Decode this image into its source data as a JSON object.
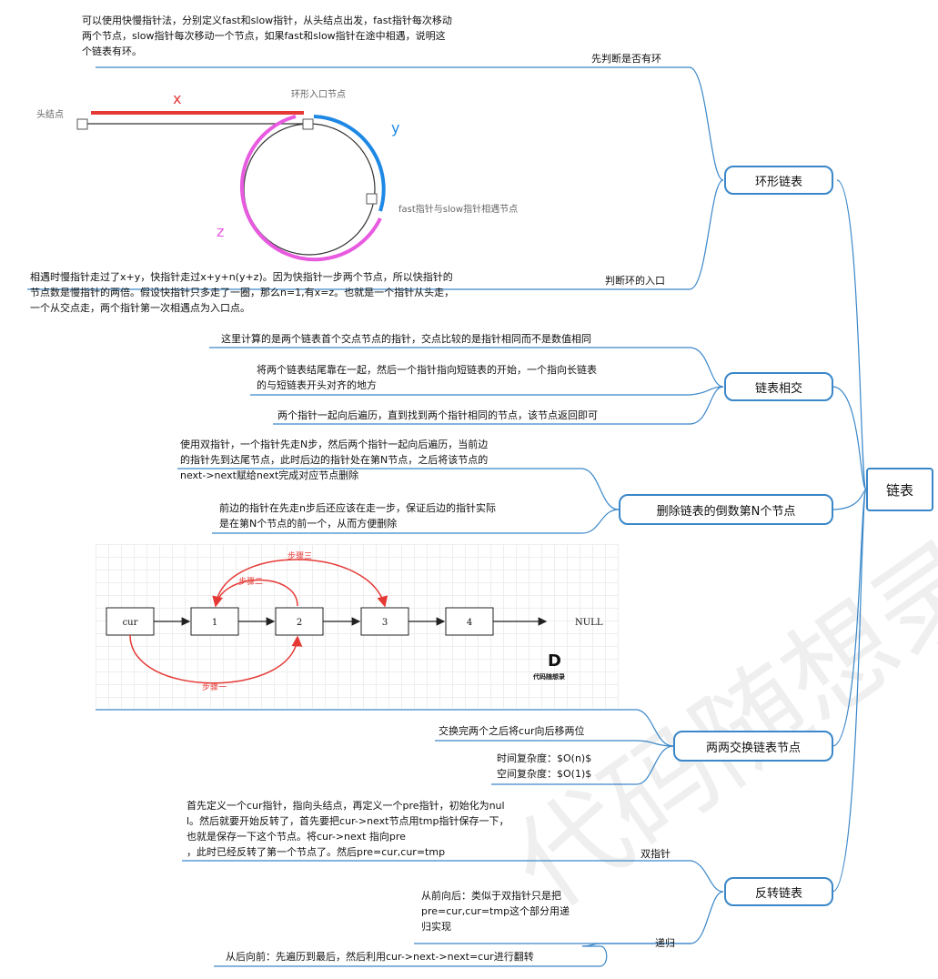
{
  "root": {
    "label": "链表"
  },
  "branches": {
    "cycle": {
      "label": "环形链表",
      "q1_label": "先判断是否有环",
      "q1_text": "可以使用快慢指针法，分别定义fast和slow指针，从头结点出发，fast指针每次移动\n两个节点，slow指针每次移动一个节点，如果fast和slow指针在途中相遇，说明这\n个链表有环。",
      "q2_label": "判断环的入口",
      "q2_text": "相遇时慢指针走过了x+y，快指针走过x+y+n(y+z)。因为快指针一步两个节点，所以快指针的\n节点数是慢指针的两倍。假设快指针只多走了一圈，那么n=1,有x=z。也就是一个指针从头走，\n一个从交点走，两个指针第一次相遇点为入口点。",
      "figure": {
        "head_label": "头结点",
        "entry_label": "环形入口节点",
        "meet_label": "fast指针与slow指针相遇节点",
        "x": "x",
        "y": "y",
        "z": "z"
      }
    },
    "intersect": {
      "label": "链表相交",
      "items": [
        "这里计算的是两个链表首个交点节点的指针，交点比较的是指针相同而不是数值相同",
        "将两个链表结尾靠在一起，然后一个指针指向短链表的开始，一个指向长链表\n的与短链表开头对齐的地方",
        "两个指针一起向后遍历，直到找到两个指针相同的节点，该节点返回即可"
      ]
    },
    "remove_nth": {
      "label": "删除链表的倒数第N个节点",
      "items": [
        "使用双指针，一个指针先走N步，然后两个指针一起向后遍历，当前边\n的指针先到达尾节点，此时后边的指针处在第N节点，之后将该节点的\nnext->next赋给next完成对应节点删除",
        "前边的指针在先走n步后还应该在走一步，保证后边的指针实际\n是在第N个节点的前一个，从而方便删除"
      ],
      "figure": {
        "nodes": [
          "cur",
          "1",
          "2",
          "3",
          "4"
        ],
        "null_label": "NULL",
        "step1": "步骤一",
        "step2": "步骤二",
        "step3": "步骤三",
        "logo_letter": "D",
        "logo_text": "代码随想录"
      }
    },
    "swap_pairs": {
      "label": "两两交换链表节点",
      "items": [
        "交换完两个之后将cur向后移两位",
        "时间复杂度：$O(n)$\n空间复杂度：$O(1)$"
      ]
    },
    "reverse": {
      "label": "反转链表",
      "q1_label": "双指针",
      "q1_text": "首先定义一个cur指针，指向头结点，再定义一个pre指针，初始化为nul\nl。然后就要开始反转了，首先要把cur->next节点用tmp指针保存一下，\n也就是保存一下这个节点。将cur->next 指向pre\n，此时已经反转了第一个节点了。然后pre=cur,cur=tmp",
      "q2_label": "递归",
      "q2_text_a": "从前向后：类似于双指针只是把\npre=cur,cur=tmp这个部分用递\n归实现",
      "q2_text_b": "从后向前：先遍历到最后，然后利用cur->next->next=cur进行翻转"
    }
  },
  "watermark": "代码随想录",
  "colors": {
    "line": "#3a87c9",
    "red": "#e53935",
    "blue": "#1e88e5",
    "pink": "#e85ae0"
  }
}
